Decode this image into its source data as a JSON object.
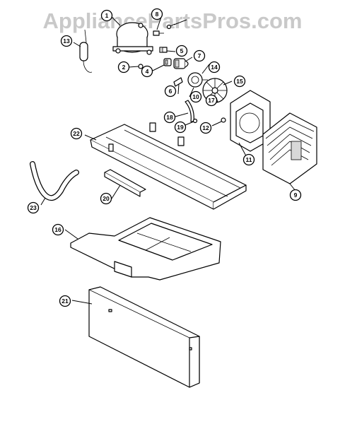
{
  "watermark": "AppliancePartsPros.com",
  "callouts": [
    "1",
    "2",
    "4",
    "5",
    "6",
    "7",
    "8",
    "9",
    "10",
    "11",
    "12",
    "13",
    "14",
    "15",
    "16",
    "17",
    "18",
    "19",
    "20",
    "21",
    "22",
    "23"
  ]
}
